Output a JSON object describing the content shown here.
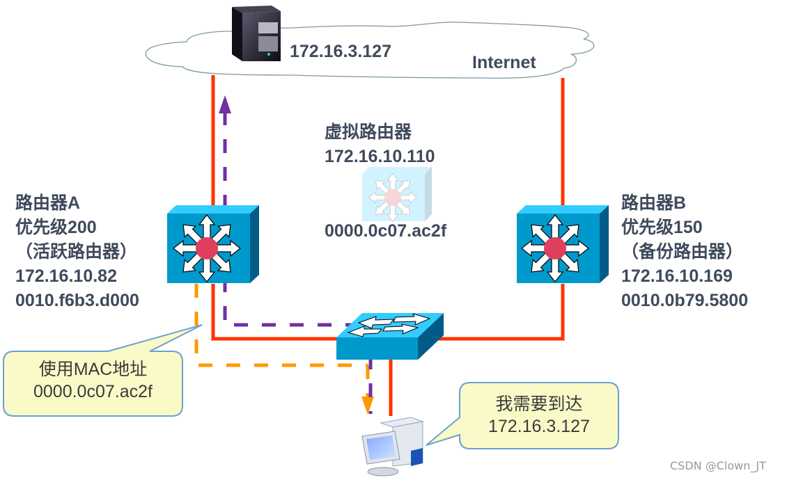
{
  "cloud": {
    "label": "Internet",
    "server_ip": "172.16.3.127"
  },
  "virtual_router": {
    "title": "虚拟路由器",
    "ip": "172.16.10.110",
    "mac": "0000.0c07.ac2f"
  },
  "router_a": {
    "name": "路由器A",
    "priority": "优先级200",
    "role": "（活跃路由器）",
    "ip": "172.16.10.82",
    "mac": "0010.f6b3.d000"
  },
  "router_b": {
    "name": "路由器B",
    "priority": "优先级150",
    "role": "（备份路由器）",
    "ip": "172.16.10.169",
    "mac": "0010.0b79.5800"
  },
  "callout_mac": {
    "line1": "使用MAC地址",
    "line2": "0000.0c07.ac2f"
  },
  "callout_host": {
    "line1": "我需要到达",
    "line2": "172.16.3.127"
  },
  "watermark": "CSDN @Clown_JT",
  "colors": {
    "link": "#ff3300",
    "path_purple": "#7030a0",
    "path_orange": "#ff9900",
    "router_front": "#0099cc",
    "router_top": "#33ccff",
    "router_side": "#005c86",
    "router_dot": "#e0405e",
    "callout_fill": "#fafac8",
    "callout_border": "#6a9fd4",
    "text": "#3f4a5c"
  }
}
